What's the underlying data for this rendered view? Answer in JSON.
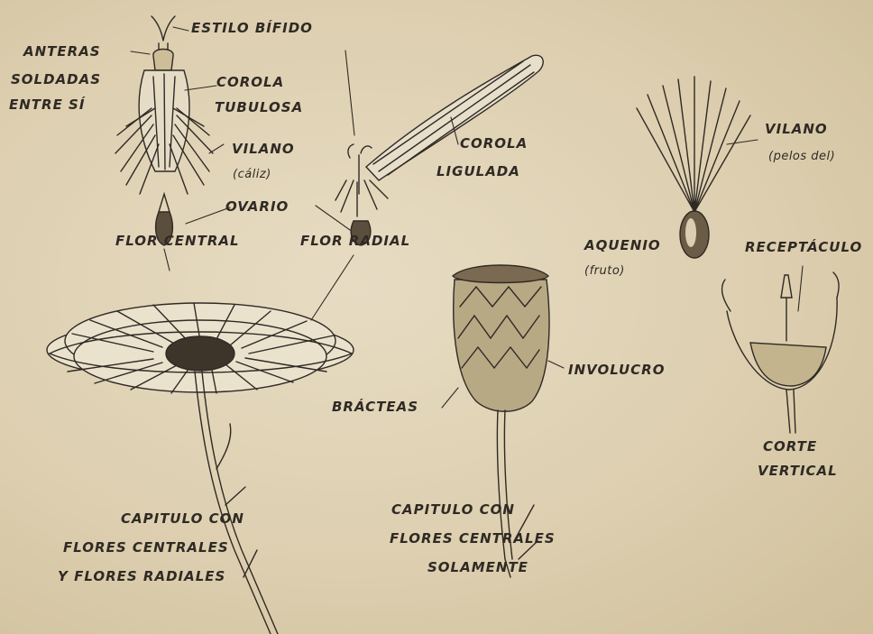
{
  "labels": {
    "estilo_bifido": "ESTILO BÍFIDO",
    "anteras_1": "ANTERAS",
    "anteras_2": "SOLDADAS",
    "anteras_3": "ENTRE SÍ",
    "corola_tubulosa_1": "COROLA",
    "corola_tubulosa_2": "TUBULOSA",
    "vilano_1": "VILANO",
    "vilano_2": "(cáliz)",
    "ovario": "OVARIO",
    "flor_central": "FLOR CENTRAL",
    "flor_radial": "FLOR RADIAL",
    "corola_ligulada_1": "COROLA",
    "corola_ligulada_2": "LIGULADA",
    "vilano_pelos_1": "VILANO",
    "vilano_pelos_2": "(pelos del)",
    "aquenio_1": "AQUENIO",
    "aquenio_2": "(fruto)",
    "receptaculo": "RECEPTÁCULO",
    "involucro": "INVOLUCRO",
    "bracteas": "BRÁCTEAS",
    "corte_1": "CORTE",
    "corte_2": "VERTICAL",
    "capitulo1_1": "CAPITULO CON",
    "capitulo1_2": "FLORES CENTRALES",
    "capitulo1_3": "Y FLORES RADIALES",
    "capitulo2_1": "CAPITULO CON",
    "capitulo2_2": "FLORES CENTRALES",
    "capitulo2_3": "SOLAMENTE"
  },
  "colors": {
    "ink": "#2f2a24",
    "paper": "#e3d7bd",
    "shade": "#6b5c48"
  }
}
